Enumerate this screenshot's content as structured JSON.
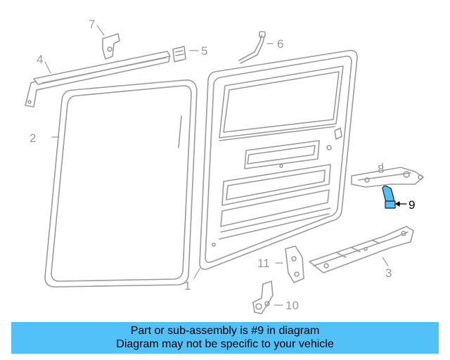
{
  "diagram": {
    "callouts": [
      {
        "id": "1",
        "label": "1"
      },
      {
        "id": "2",
        "label": "2"
      },
      {
        "id": "3",
        "label": "3"
      },
      {
        "id": "4",
        "label": "4"
      },
      {
        "id": "5",
        "label": "5"
      },
      {
        "id": "6",
        "label": "6"
      },
      {
        "id": "7",
        "label": "7"
      },
      {
        "id": "8",
        "label": "8"
      },
      {
        "id": "9",
        "label": "9"
      },
      {
        "id": "10",
        "label": "10"
      },
      {
        "id": "11",
        "label": "11"
      }
    ],
    "highlighted_part": "9",
    "colors": {
      "line": "#aaaaaa",
      "highlight": "#52c1f7",
      "banner": "#52c1f7"
    }
  },
  "banner": {
    "line1": "Part or sub-assembly is #9 in diagram",
    "line2": "Diagram may not be specific to your vehicle"
  }
}
